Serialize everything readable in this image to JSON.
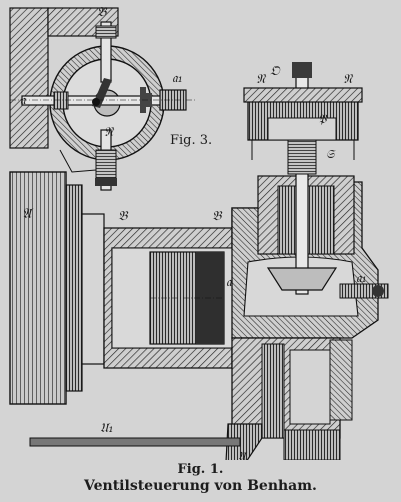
{
  "figure3": {
    "caption": "Fig. 3.",
    "labels": {
      "B": "𝔅",
      "a": "𝔞",
      "a1": "𝔞₁",
      "N": "𝔑"
    }
  },
  "figure1": {
    "caption": "Fig. 1.",
    "labels": {
      "A": "𝔄",
      "B": "𝔅",
      "B2": "𝔅",
      "a": "𝔞",
      "a1": "𝔞₁",
      "N": "𝔑",
      "O": "𝔒",
      "N2": "𝔑",
      "P": "𝔓",
      "S": "𝔖",
      "U": "𝔘",
      "U1": "𝔘₁"
    }
  },
  "title": "Ventilsteuerung von Benham."
}
